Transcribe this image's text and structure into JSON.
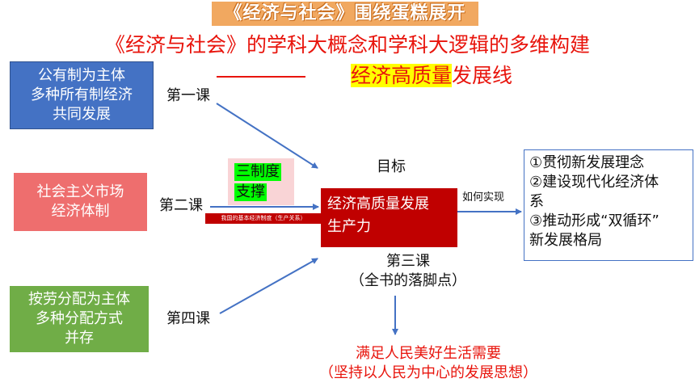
{
  "banner": "《经济与社会》围绕蛋糕展开",
  "title": "《经济与社会》的学科大概念和学科大逻辑的多维构建",
  "subtitle": {
    "dash": "——",
    "highlight": "经济高质量",
    "rest": "发展线"
  },
  "left_boxes": {
    "blue": [
      "公有制为主体",
      "多种所有制经济",
      "共同发展"
    ],
    "pink": [
      "社会主义市场",
      "经济体制"
    ],
    "green": [
      "按劳分配为主体",
      "多种分配方式",
      "并存"
    ]
  },
  "lessons": {
    "first": "第一课",
    "second": "第二课",
    "third": "第三课",
    "fourth": "第四课"
  },
  "target_label": "目标",
  "support_tags": [
    "三制度",
    "支撑"
  ],
  "strip_text": "我国的基本经济制度（生产关系）",
  "center_box": [
    "经济高质量发展",
    "生产力"
  ],
  "how_label": "如何实现",
  "right_box": [
    "①贯彻新发展理念",
    "②建设现代化经济体",
    "系",
    "③推动形成“双循环”",
    "新发展格局"
  ],
  "core_note": "（全书的落脚点）",
  "result": [
    "满足人民美好生活需要",
    "（坚持以人民为中心的发展思想）"
  ],
  "colors": {
    "accent_red": "#e8140c",
    "center_red": "#c00000",
    "blue_box": "#4472c4",
    "pink_box": "#ee6e6e",
    "green_box": "#70ad47",
    "highlight_yellow": "#ffff00",
    "tag_green": "#00ff00"
  }
}
